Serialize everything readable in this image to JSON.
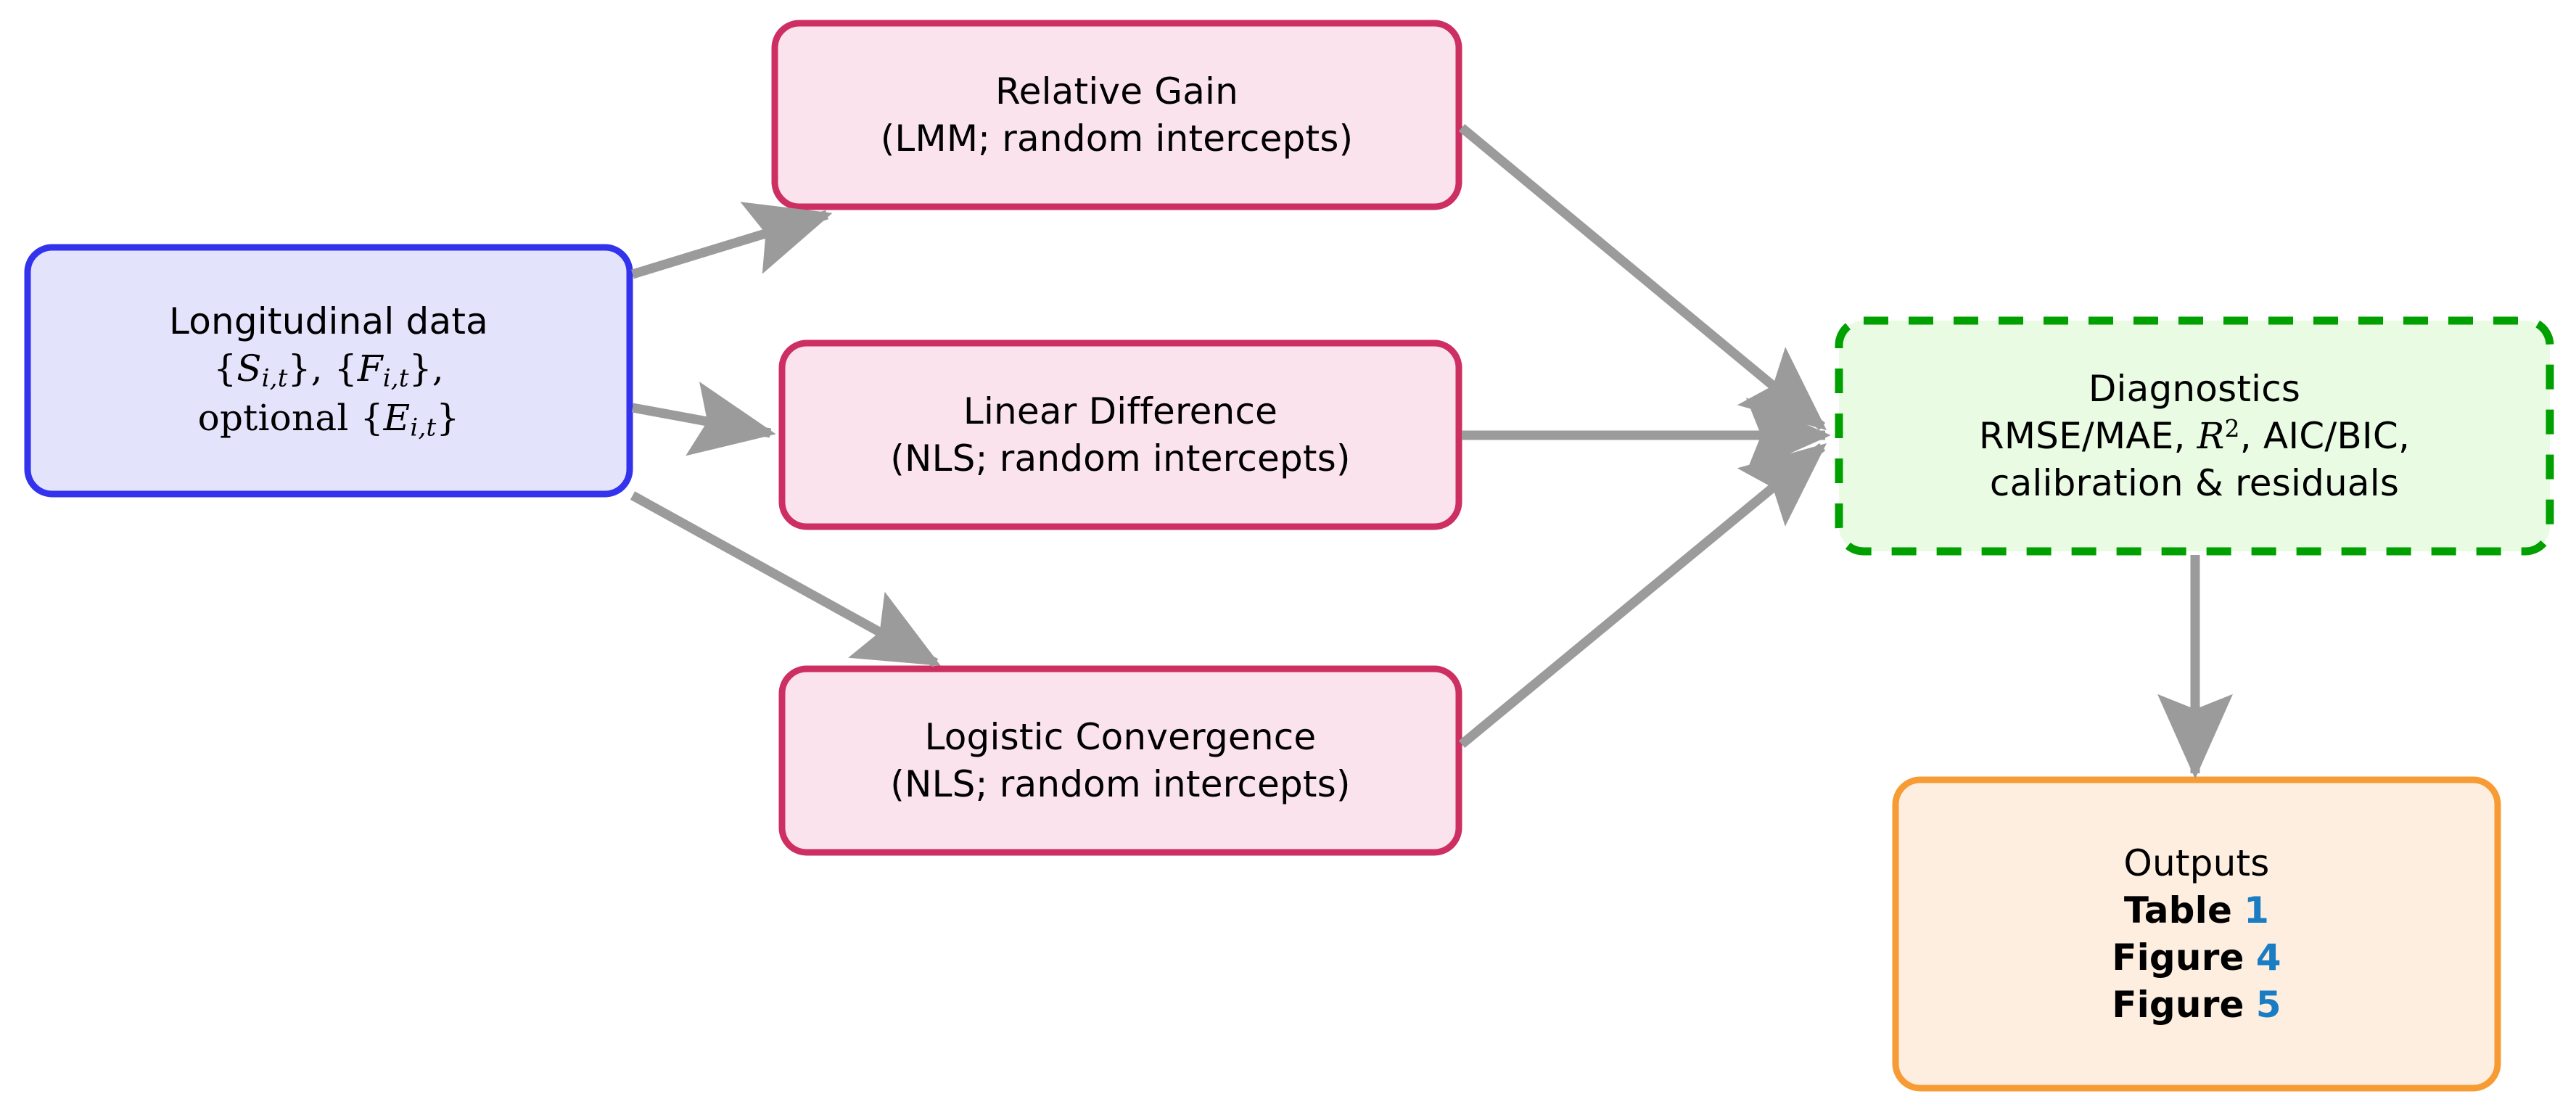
{
  "diagram": {
    "title": "Modeling workflow flowchart",
    "background": "#ffffff",
    "arrow_color": "#9b9b9b",
    "reference_link_color": "#1a7cc2",
    "nodes": {
      "data_source": {
        "label": "Longitudinal data",
        "line1": "Longitudinal data",
        "line2_prefix": "{",
        "line2_varS": "S",
        "line2_subS": "i,t",
        "line2_mid": "}, {",
        "line2_varF": "F",
        "line2_subF": "i,t",
        "line2_suffix": "},",
        "line3_prefix": "optional {",
        "line3_varE": "E",
        "line3_subE": "i,t",
        "line3_suffix": "}",
        "border_color": "#3333ee",
        "fill_color": "#e3e3fb"
      },
      "model_relative_gain": {
        "line1": "Relative Gain",
        "line2": "(LMM; random intercepts)",
        "border_color": "#cd2f63",
        "fill_color": "#fae3ec"
      },
      "model_linear_difference": {
        "line1": "Linear Difference",
        "line2": "(NLS; random intercepts)",
        "border_color": "#cd2f63",
        "fill_color": "#fae3ec"
      },
      "model_logistic_convergence": {
        "line1": "Logistic Convergence",
        "line2": "(NLS; random intercepts)",
        "border_color": "#cd2f63",
        "fill_color": "#fae3ec"
      },
      "diagnostics": {
        "line1": "Diagnostics",
        "line2_a": "RMSE/MAE, ",
        "line2_varR": "R",
        "line2_sup": "2",
        "line2_b": ", AIC/BIC,",
        "line3": "calibration & residuals",
        "border_color": "#00a000",
        "fill_color": "#e9fbe3",
        "border_style": "dashed"
      },
      "outputs": {
        "line1": "Outputs",
        "item1_label": "Table",
        "item1_ref": "1",
        "item2_label": "Figure",
        "item2_ref": "4",
        "item3_label": "Figure",
        "item3_ref": "5",
        "border_color": "#f79c34",
        "fill_color": "#fdeee0"
      }
    },
    "edges": [
      {
        "name": "data-to-relative-gain",
        "from": "data_source",
        "to": "model_relative_gain"
      },
      {
        "name": "data-to-linear-difference",
        "from": "data_source",
        "to": "model_linear_difference"
      },
      {
        "name": "data-to-logistic-convergence",
        "from": "data_source",
        "to": "model_logistic_convergence"
      },
      {
        "name": "relative-gain-to-diagnostics",
        "from": "model_relative_gain",
        "to": "diagnostics"
      },
      {
        "name": "linear-difference-to-diagnostics",
        "from": "model_linear_difference",
        "to": "diagnostics"
      },
      {
        "name": "logistic-convergence-to-diagnostics",
        "from": "model_logistic_convergence",
        "to": "diagnostics"
      },
      {
        "name": "diagnostics-to-outputs",
        "from": "diagnostics",
        "to": "outputs"
      }
    ]
  }
}
